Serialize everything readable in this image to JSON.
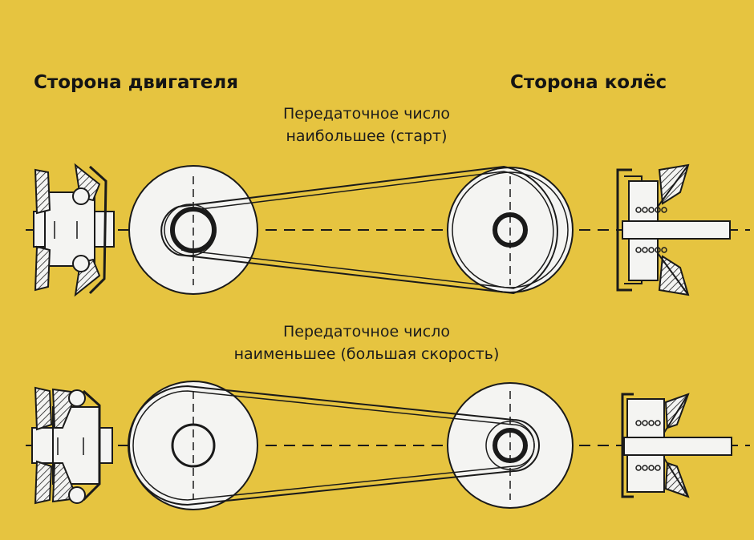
{
  "labels": {
    "engine_side": "Сторона двигателя",
    "wheel_side": "Сторона колёс",
    "top_caption_line1": "Передаточное число",
    "top_caption_line2": "наибольшее (старт)",
    "bottom_caption_line1": "Передаточное число",
    "bottom_caption_line2": "наименьшее (большая скорость)"
  },
  "colors": {
    "background": "#e6c440",
    "pulley_fill": "#f4f4f2",
    "line": "#1a1a1a"
  }
}
